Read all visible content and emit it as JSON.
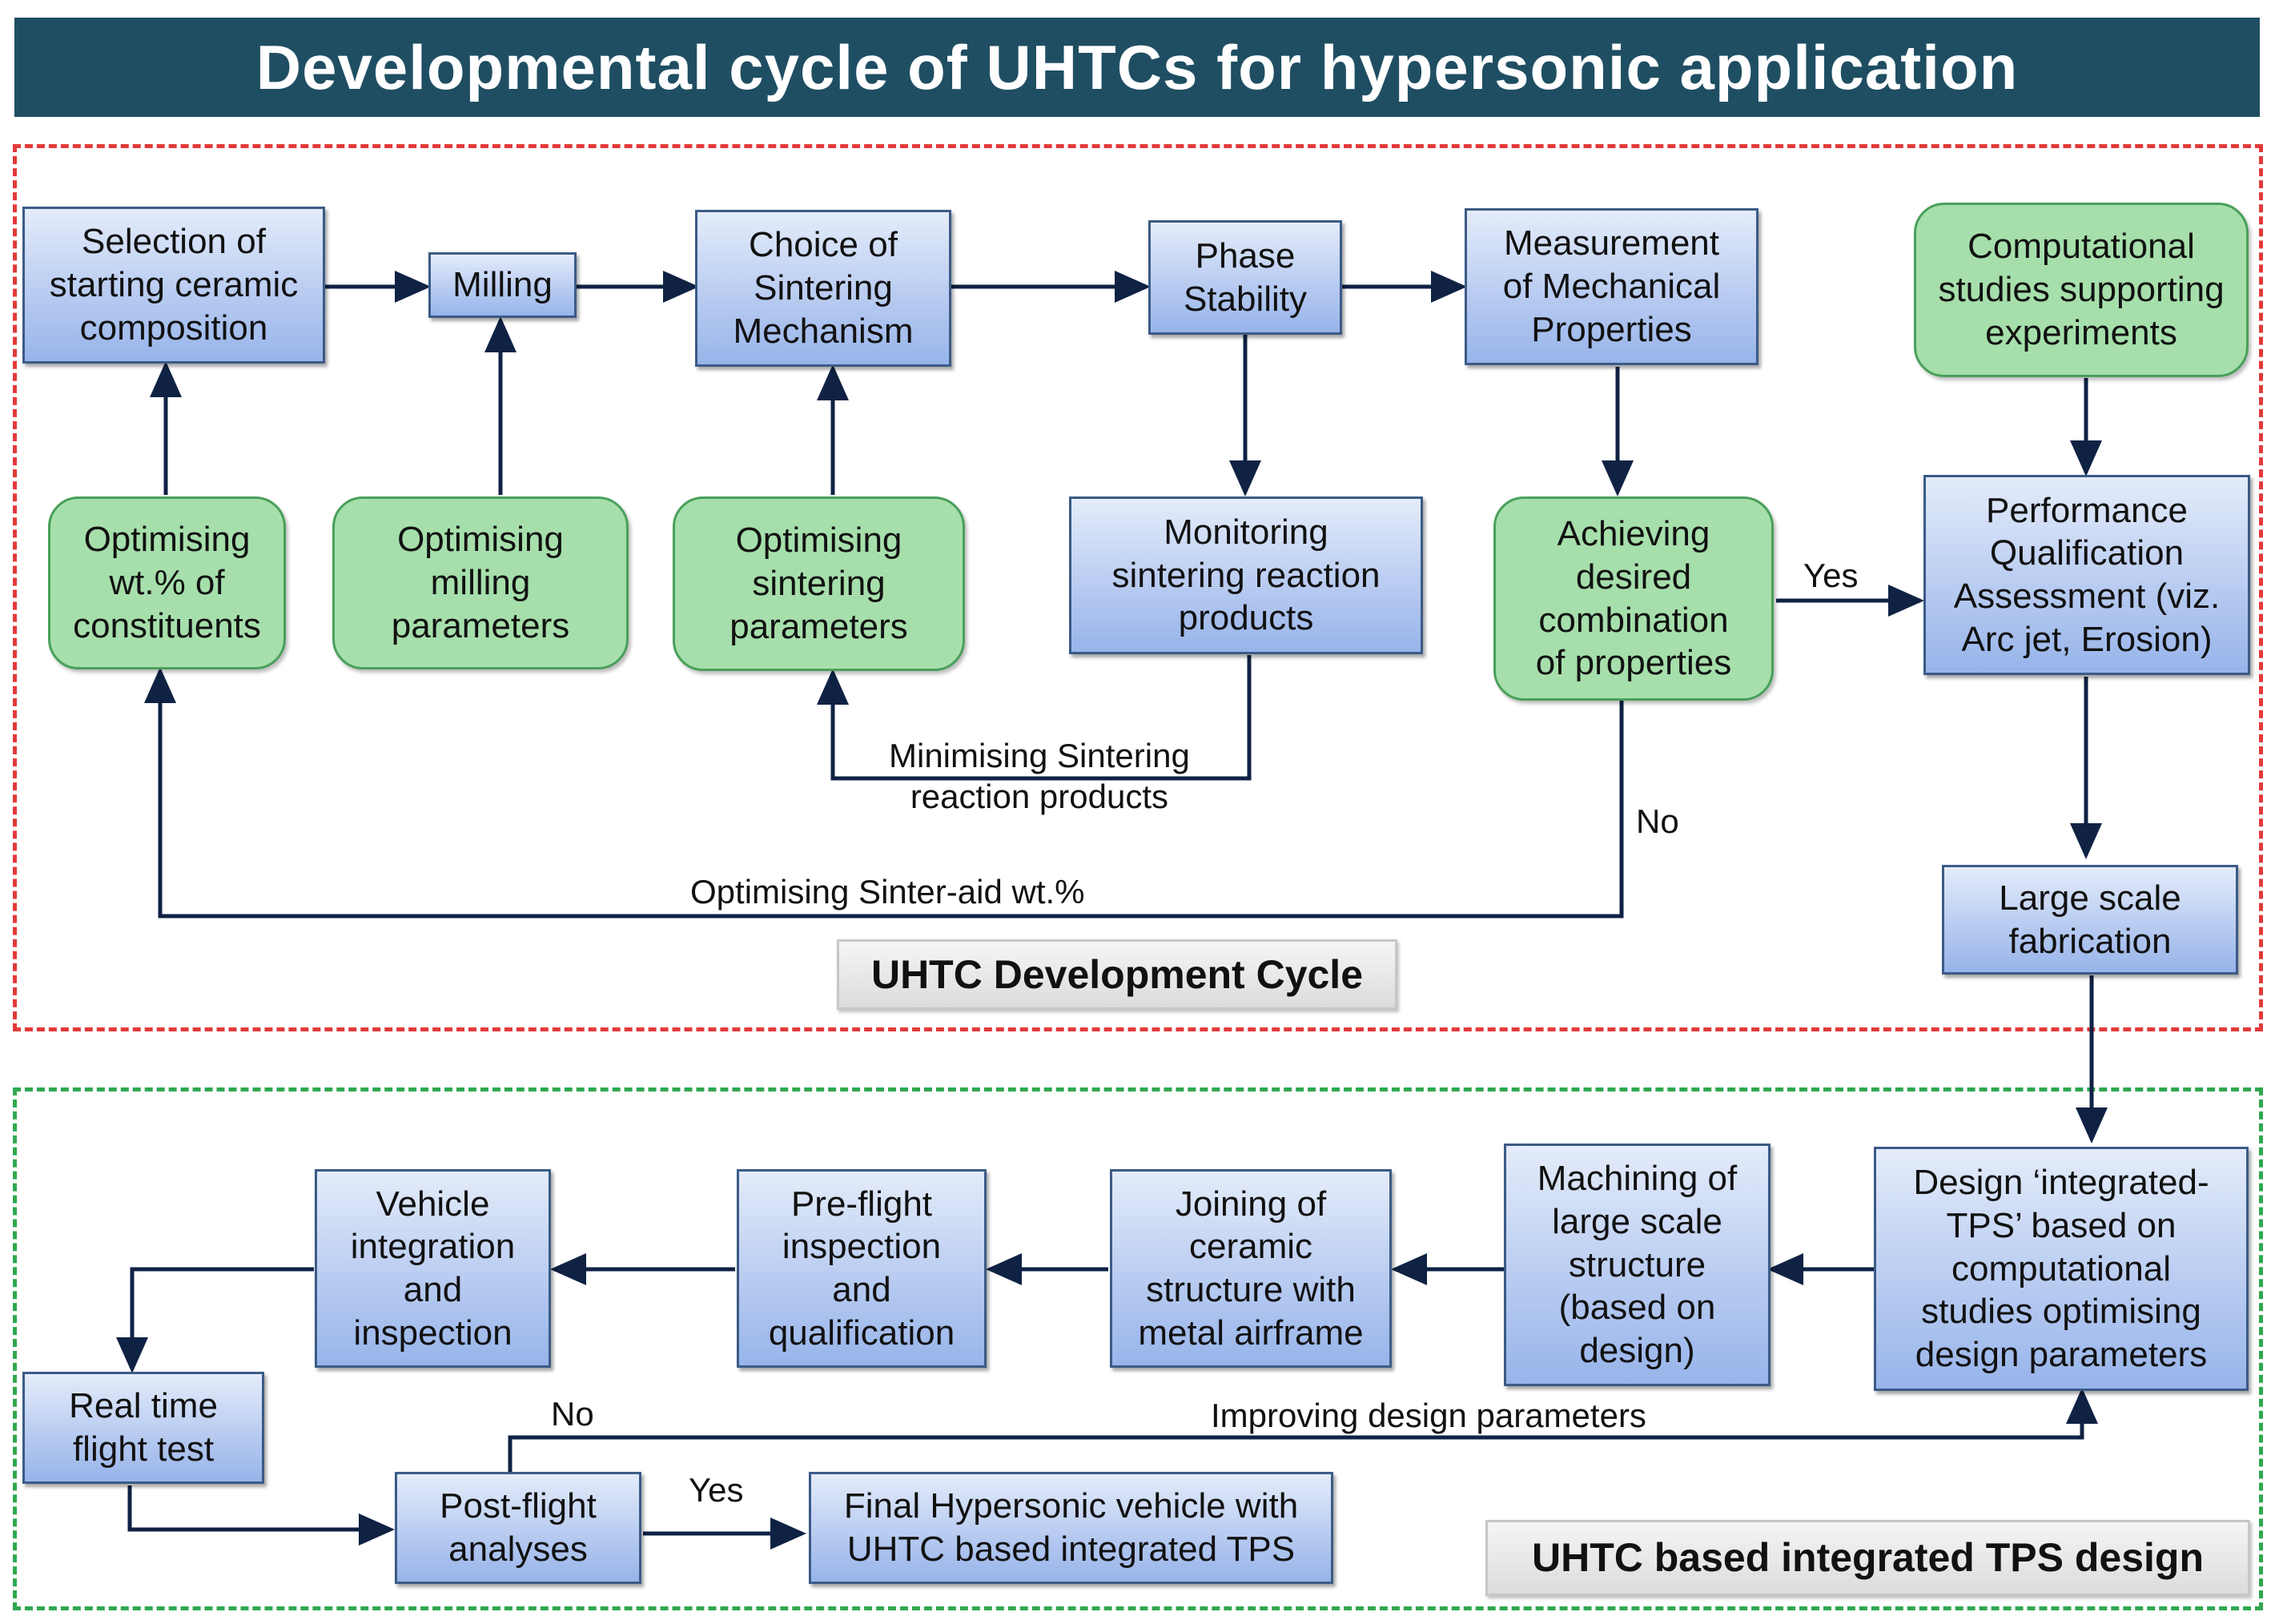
{
  "title": "Developmental cycle of UHTCs for hypersonic application",
  "colors": {
    "title_bg": "#1f4e63",
    "blue_box": "#b9ccf1",
    "green_box": "#a6dfab",
    "dev_border": "#e23a3a",
    "tps_border": "#2fa84f",
    "connector": "#0f2244"
  },
  "dev_cycle": {
    "region_label": "UHTC Development Cycle",
    "boxes": {
      "selection": "Selection of\nstarting ceramic\ncomposition",
      "milling": "Milling",
      "choice": "Choice of\nSintering\nMechanism",
      "phase": "Phase\nStability",
      "measurement": "Measurement\nof Mechanical\nProperties",
      "computational": "Computational\nstudies supporting\nexperiments",
      "opt_wt": "Optimising\nwt.% of\nconstituents",
      "opt_milling": "Optimising\nmilling\nparameters",
      "opt_sintering": "Optimising\nsintering\nparameters",
      "monitoring": "Monitoring\nsintering reaction\nproducts",
      "achieving": "Achieving\ndesired\ncombination\nof properties",
      "performance": "Performance\nQualification\nAssessment (viz.\nArc jet, Erosion)",
      "large_scale": "Large scale\nfabrication"
    },
    "labels": {
      "yes": "Yes",
      "no": "No",
      "minimising": "Minimising Sintering\nreaction products",
      "sinter_aid": "Optimising Sinter-aid wt.%"
    }
  },
  "tps_design": {
    "region_label": "UHTC based integrated TPS design",
    "boxes": {
      "design": "Design ‘integrated-\nTPS’ based on\ncomputational\nstudies optimising\ndesign parameters",
      "machining": "Machining of\nlarge scale\nstructure\n(based on\ndesign)",
      "joining": "Joining of\nceramic\nstructure with\nmetal airframe",
      "preflight": "Pre-flight\ninspection\nand\nqualification",
      "vehicle": "Vehicle\nintegration\nand\ninspection",
      "realtime": "Real time\nflight test",
      "postflight": "Post-flight\nanalyses",
      "final": "Final Hypersonic vehicle with\nUHTC based integrated TPS"
    },
    "labels": {
      "no": "No",
      "yes": "Yes",
      "improving": "Improving design parameters"
    }
  }
}
